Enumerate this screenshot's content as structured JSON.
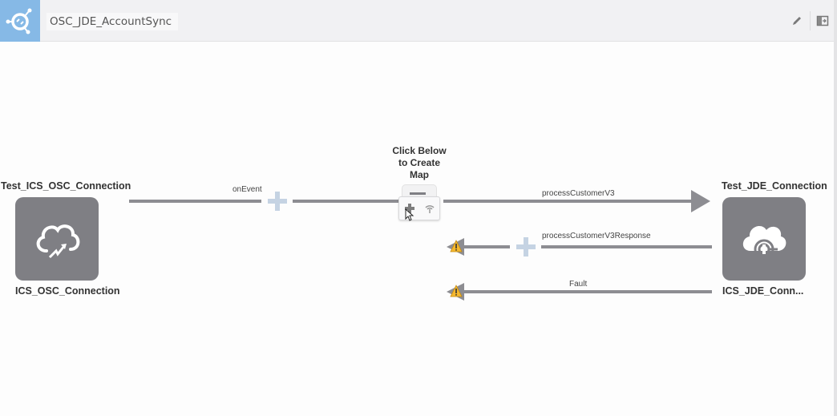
{
  "header": {
    "title": "OSC_JDE_AccountSync",
    "logo_icon": "integration-hub-icon",
    "edit_icon": "pencil-icon",
    "panel_icon": "panel-toggle-icon"
  },
  "colors": {
    "logo_bg": "#86b9e6",
    "node_bg": "#7f7f84",
    "line": "#8d8d92",
    "plus": "#c5d3e3",
    "warning": "#f5b82e"
  },
  "source": {
    "top_label": "Test_ICS_OSC_Connection",
    "bottom_label": "ICS_OSC_Connection",
    "icon": "cloud-osc-icon"
  },
  "target": {
    "top_label": "Test_JDE_Connection",
    "bottom_label": "ICS_JDE_Conn...",
    "icon": "cloud-jde-icon"
  },
  "map_hint": {
    "line1": "Click Below",
    "line2": "to Create",
    "line3": "Map"
  },
  "edges": {
    "request": "onEvent",
    "invoke": "processCustomerV3",
    "response": "processCustomerV3Response",
    "fault": "Fault"
  }
}
